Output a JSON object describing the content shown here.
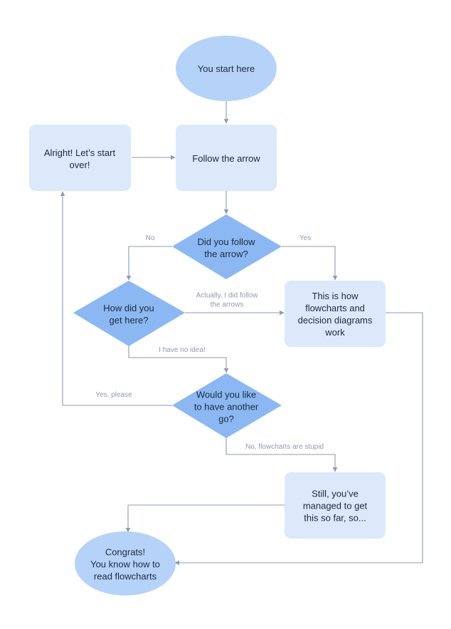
{
  "nodes": {
    "start": [
      "You start here"
    ],
    "follow_arrow": [
      "Follow the arrow"
    ],
    "start_over": [
      "Alright! Let’s start",
      "over!"
    ],
    "did_you_follow": [
      "Did you follow",
      "the arrow?"
    ],
    "how_did_you_get_here": [
      "How did you",
      "get here?"
    ],
    "this_is_how": [
      "This is how",
      "flowcharts and",
      "decision diagrams",
      "work"
    ],
    "another_go": [
      "Would you like",
      "to have another",
      "go?"
    ],
    "still_managed": [
      "Still, you’ve",
      "managed to get",
      "this so far, so..."
    ],
    "congrats": [
      "Congrats!",
      "You know how to",
      "read flowcharts"
    ]
  },
  "edge_labels": {
    "no": "No",
    "yes": "Yes",
    "actually_followed": [
      "Actually, I did follow",
      "the arrows"
    ],
    "no_idea": "I have no idea!",
    "yes_please": "Yes, please",
    "flowcharts_stupid": "No, flowcharts are stupid"
  },
  "colors": {
    "box_fill": "#dbe9fb",
    "oval_fill": "#b5d3f8",
    "diamond_fill": "#8bb8f3",
    "connector": "#8e9bb3",
    "label": "#8e9bb3",
    "text": "#1f2a3c"
  }
}
